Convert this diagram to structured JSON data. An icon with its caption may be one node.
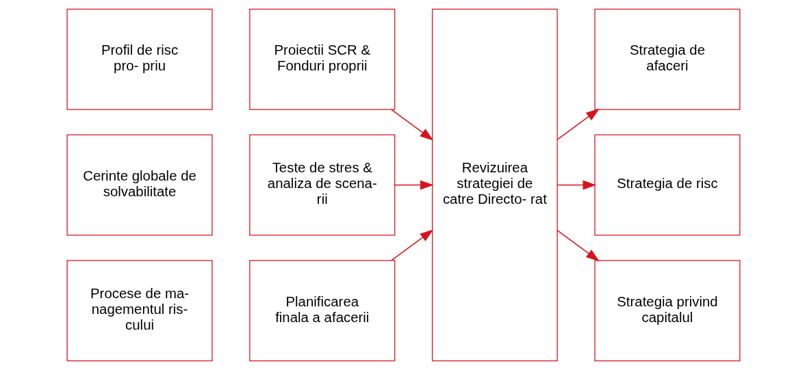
{
  "diagram": {
    "nodes": [
      {
        "text": [
          "Profil de risc pro- priu"
        ]
      },
      {
        "text": [
          "Proiectii SCR & Fonduri proprii"
        ]
      },
      {
        "text": [
          "Revizuirea strategiei de catre Directo- rat"
        ]
      },
      {
        "text": [
          "Strategia de afaceri"
        ]
      },
      {
        "text": [
          "Cerinte globale de solvabilitate"
        ]
      },
      {
        "text": [
          "Teste de stres & analiza de scena- rii"
        ]
      },
      {
        "text": [
          "Strategia de risc"
        ]
      },
      {
        "text": [
          "Procese de ma- nagementul ris- cului"
        ]
      },
      {
        "text": [
          "Planificarea finala a afacerii"
        ]
      },
      {
        "text": [
          "Strategia privind capitalul"
        ]
      }
    ],
    "edges": [
      {
        "from": 1,
        "to": 2,
        "arrow": "to"
      },
      {
        "from": 5,
        "to": 2,
        "arrow": "to"
      },
      {
        "from": 8,
        "to": 2,
        "arrow": "to"
      },
      {
        "from": 2,
        "to": 3,
        "arrow": "to"
      },
      {
        "from": 2,
        "to": 6,
        "arrow": "to"
      },
      {
        "from": 2,
        "to": 9,
        "arrow": "to"
      }
    ]
  }
}
